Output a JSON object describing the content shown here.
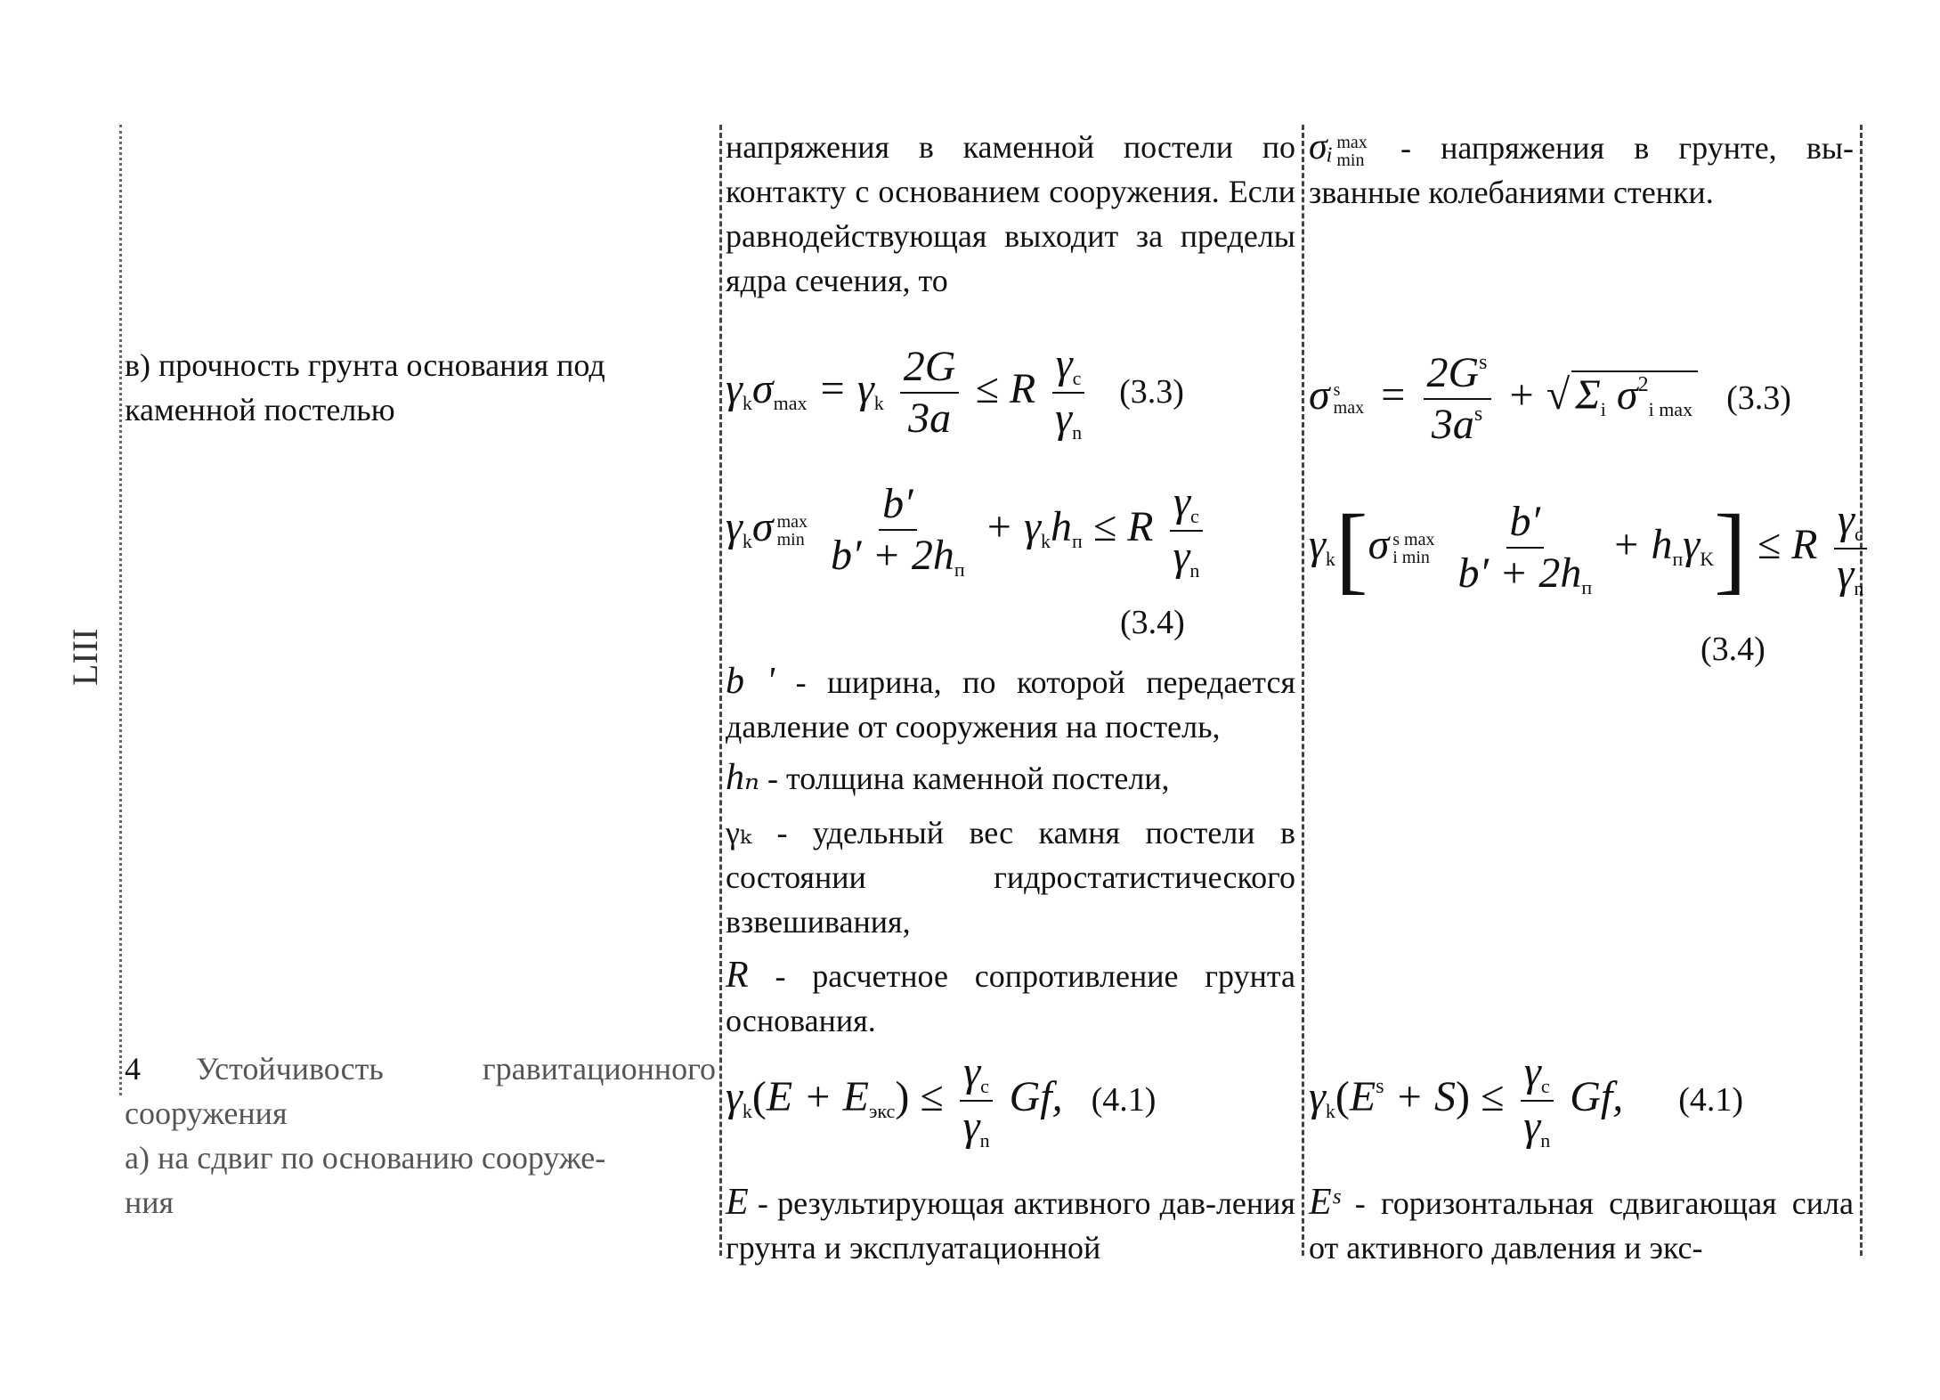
{
  "left_column": {
    "item_v_line1": "в) прочность грунта основания под",
    "item_v_line2": "каменной постелью",
    "item_4_number": "4",
    "item_4_line1": "Устойчивость гравитационного",
    "item_4_line2": "сооружения",
    "item_a_line1": "а) на сдвиг по основанию сооруже-",
    "item_a_line2": "ния"
  },
  "side_mark": "LIII",
  "middle_column": {
    "intro": "напряжения в каменной постели по контакту с основанием сооружения. Если равнодействующая выходит за пределы ядра сечения, то",
    "eq_3_3_number": "(3.3)",
    "eq_3_4_number": "(3.4)",
    "def_b_symbol": "b '",
    "def_b": " - ширина, по которой передается давление от сооружения на постель,",
    "def_h_symbol": "hₙ",
    "def_h": " - толщина каменной постели,",
    "def_gamma_symbol": "γₖ",
    "def_gamma": " - удельный вес камня постели в состоянии гидростатистического взвешивания,",
    "def_R_symbol": "R",
    "def_R": " - расчетное сопротивление грунта основания.",
    "eq_4_1_number": "(4.1)",
    "def_E_symbol": "E",
    "def_E": " - результирующая активного дав-ления грунта и эксплуатационной"
  },
  "right_column": {
    "sigma_symbol": "σᵢ",
    "sigma_text": " - напряжения в грунте, вы-званные колебаниями стенки.",
    "eq_3_3_number": "(3.3)",
    "eq_3_4_number": "(3.4)",
    "eq_4_1_number": "(4.1)",
    "def_Es_symbol": "Eˢ",
    "def_Es": " - горизонтальная сдвигающая сила от активного давления и экс-"
  }
}
